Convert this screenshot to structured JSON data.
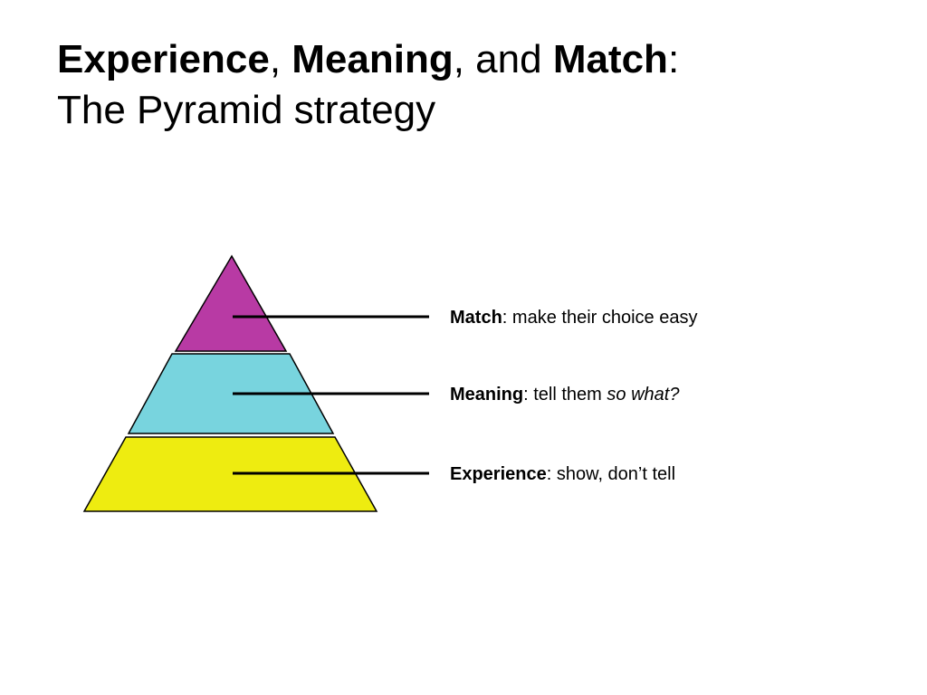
{
  "title": {
    "line1": {
      "term1": "Experience",
      "sep1": ", ",
      "term2": "Meaning",
      "sep2": ", and ",
      "term3": "Match",
      "sep3": ":"
    },
    "line2": "The Pyramid strategy"
  },
  "pyramid": {
    "tiers": [
      {
        "name": "Match",
        "separator": ": ",
        "description": "make their choice easy",
        "color": "#b83aa4"
      },
      {
        "name": "Meaning",
        "separator": ": ",
        "description": "tell them ",
        "emphasis": "so what?",
        "color": "#78d4de"
      },
      {
        "name": "Experience",
        "separator": ": ",
        "description": "show, don’t tell",
        "color": "#eeec10"
      }
    ]
  }
}
